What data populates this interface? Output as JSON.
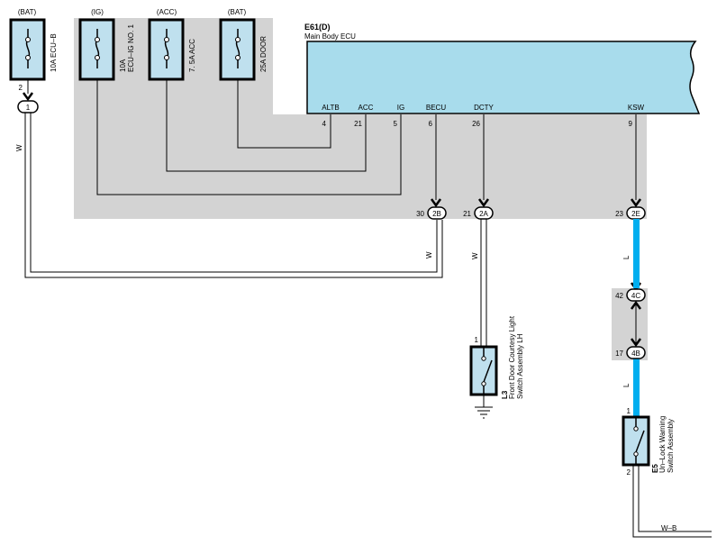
{
  "colors": {
    "background": "#ffffff",
    "shade": "#d3d3d3",
    "ecu_fill": "#a8dcec",
    "component_fill": "#bfe0ee",
    "wire": "#000000",
    "blue_wire": "#00aeef"
  },
  "fuses": [
    {
      "supply": "(BAT)",
      "name": "10A ECU–B",
      "pin": "2",
      "connector": "1"
    },
    {
      "supply": "(IG)",
      "name_line1": "10A",
      "name_line2": "ECU–IG NO. 1"
    },
    {
      "supply": "(ACC)",
      "name": "7. 5A ACC"
    },
    {
      "supply": "(BAT)",
      "name": "25A DOOR"
    }
  ],
  "ecu": {
    "code": "E61(D)",
    "name": "Main Body ECU",
    "terminals": [
      {
        "label": "ALTB",
        "pin": "4"
      },
      {
        "label": "ACC",
        "pin": "21"
      },
      {
        "label": "IG",
        "pin": "5"
      },
      {
        "label": "BECU",
        "pin": "6"
      },
      {
        "label": "DCTY",
        "pin": "26"
      },
      {
        "label": "KSW",
        "pin": "9"
      }
    ]
  },
  "junctions": [
    {
      "pin": "30",
      "connector": "2B"
    },
    {
      "pin": "21",
      "connector": "2A"
    },
    {
      "pin": "23",
      "connector": "2E"
    },
    {
      "pin": "42",
      "connector": "4C"
    },
    {
      "pin": "17",
      "connector": "4B"
    }
  ],
  "wire_colors": {
    "bat_wire": "W",
    "becu_wire": "W",
    "dcty_wire": "W",
    "ksw_wire_upper": "L",
    "ksw_wire_lower": "L",
    "ground_wire": "W–B"
  },
  "switches": [
    {
      "code": "L3",
      "name_line1": "Front Door Courtesy Light",
      "name_line2": "Switch Assembly LH",
      "pin_top": "1"
    },
    {
      "code": "E5",
      "name_line1": "Un–Lock Warning",
      "name_line2": "Switch Assembly",
      "pin_top": "1",
      "pin_bottom": "2"
    }
  ]
}
